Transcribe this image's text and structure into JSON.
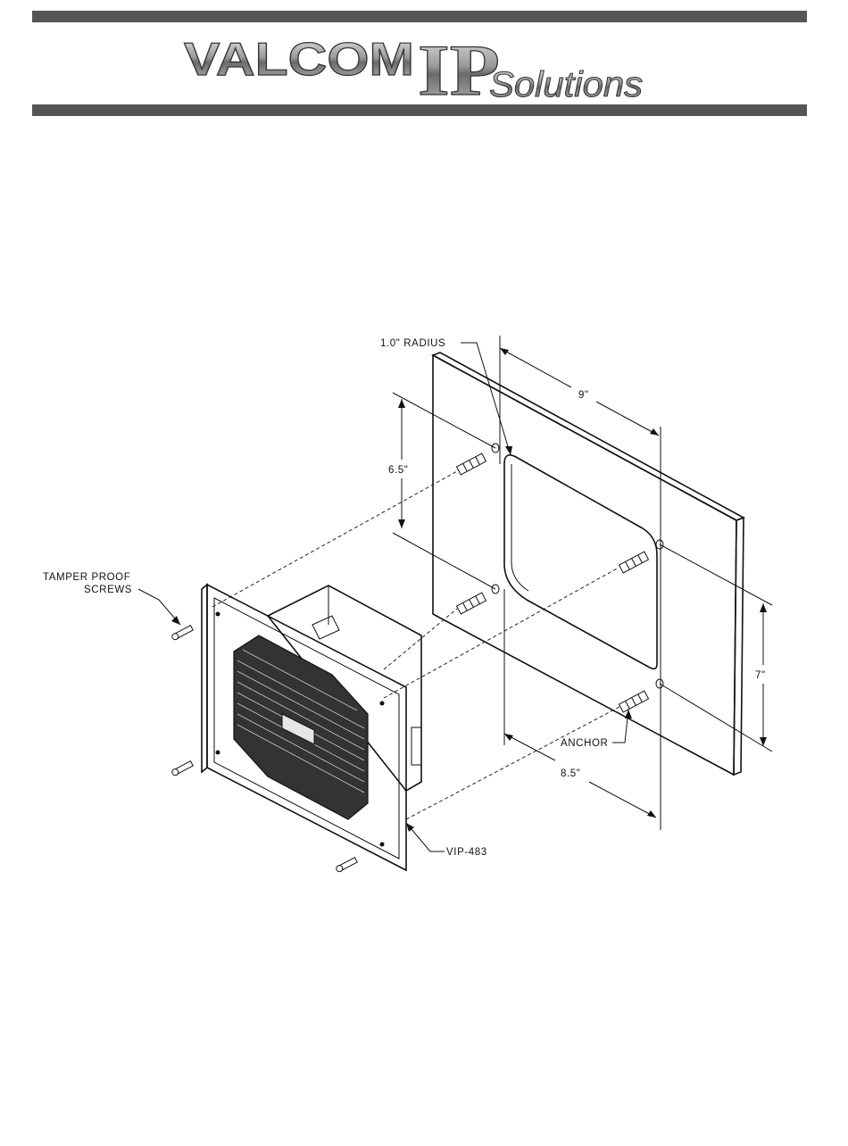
{
  "logo": {
    "brand": "VALCOM",
    "ip": "IP",
    "tagline": "Solutions"
  },
  "drawing": {
    "labels": {
      "radius": "1.0\" RADIUS",
      "width_top": "9\"",
      "height_left": "6.5\"",
      "height_right": "7\"",
      "width_bottom": "8.5\"",
      "screws_line1": "TAMPER PROOF",
      "screws_line2": "SCREWS",
      "anchor": "ANCHOR",
      "model": "VIP-483"
    }
  }
}
